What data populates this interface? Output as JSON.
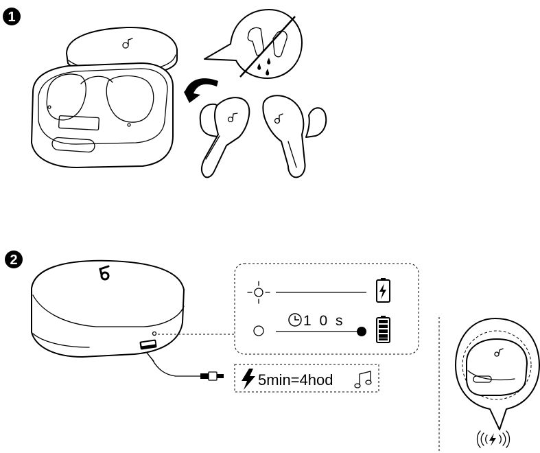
{
  "steps": [
    {
      "number": "1"
    },
    {
      "number": "2"
    }
  ],
  "charging_info": {
    "quick_charge": "5min=4hod",
    "timer_value": "1 0 s"
  },
  "icons": {
    "logo": "soundcore-logo-icon",
    "no_water": "no-water-icon",
    "rotate": "rotate-arrow-icon",
    "led_blinking": "blinking-led-icon",
    "led_off": "led-off-icon",
    "charging_battery": "charging-battery-icon",
    "full_battery": "full-battery-icon",
    "clock": "clock-icon",
    "lightning": "lightning-icon",
    "music": "music-note-icon",
    "wireless": "wireless-charging-icon"
  }
}
